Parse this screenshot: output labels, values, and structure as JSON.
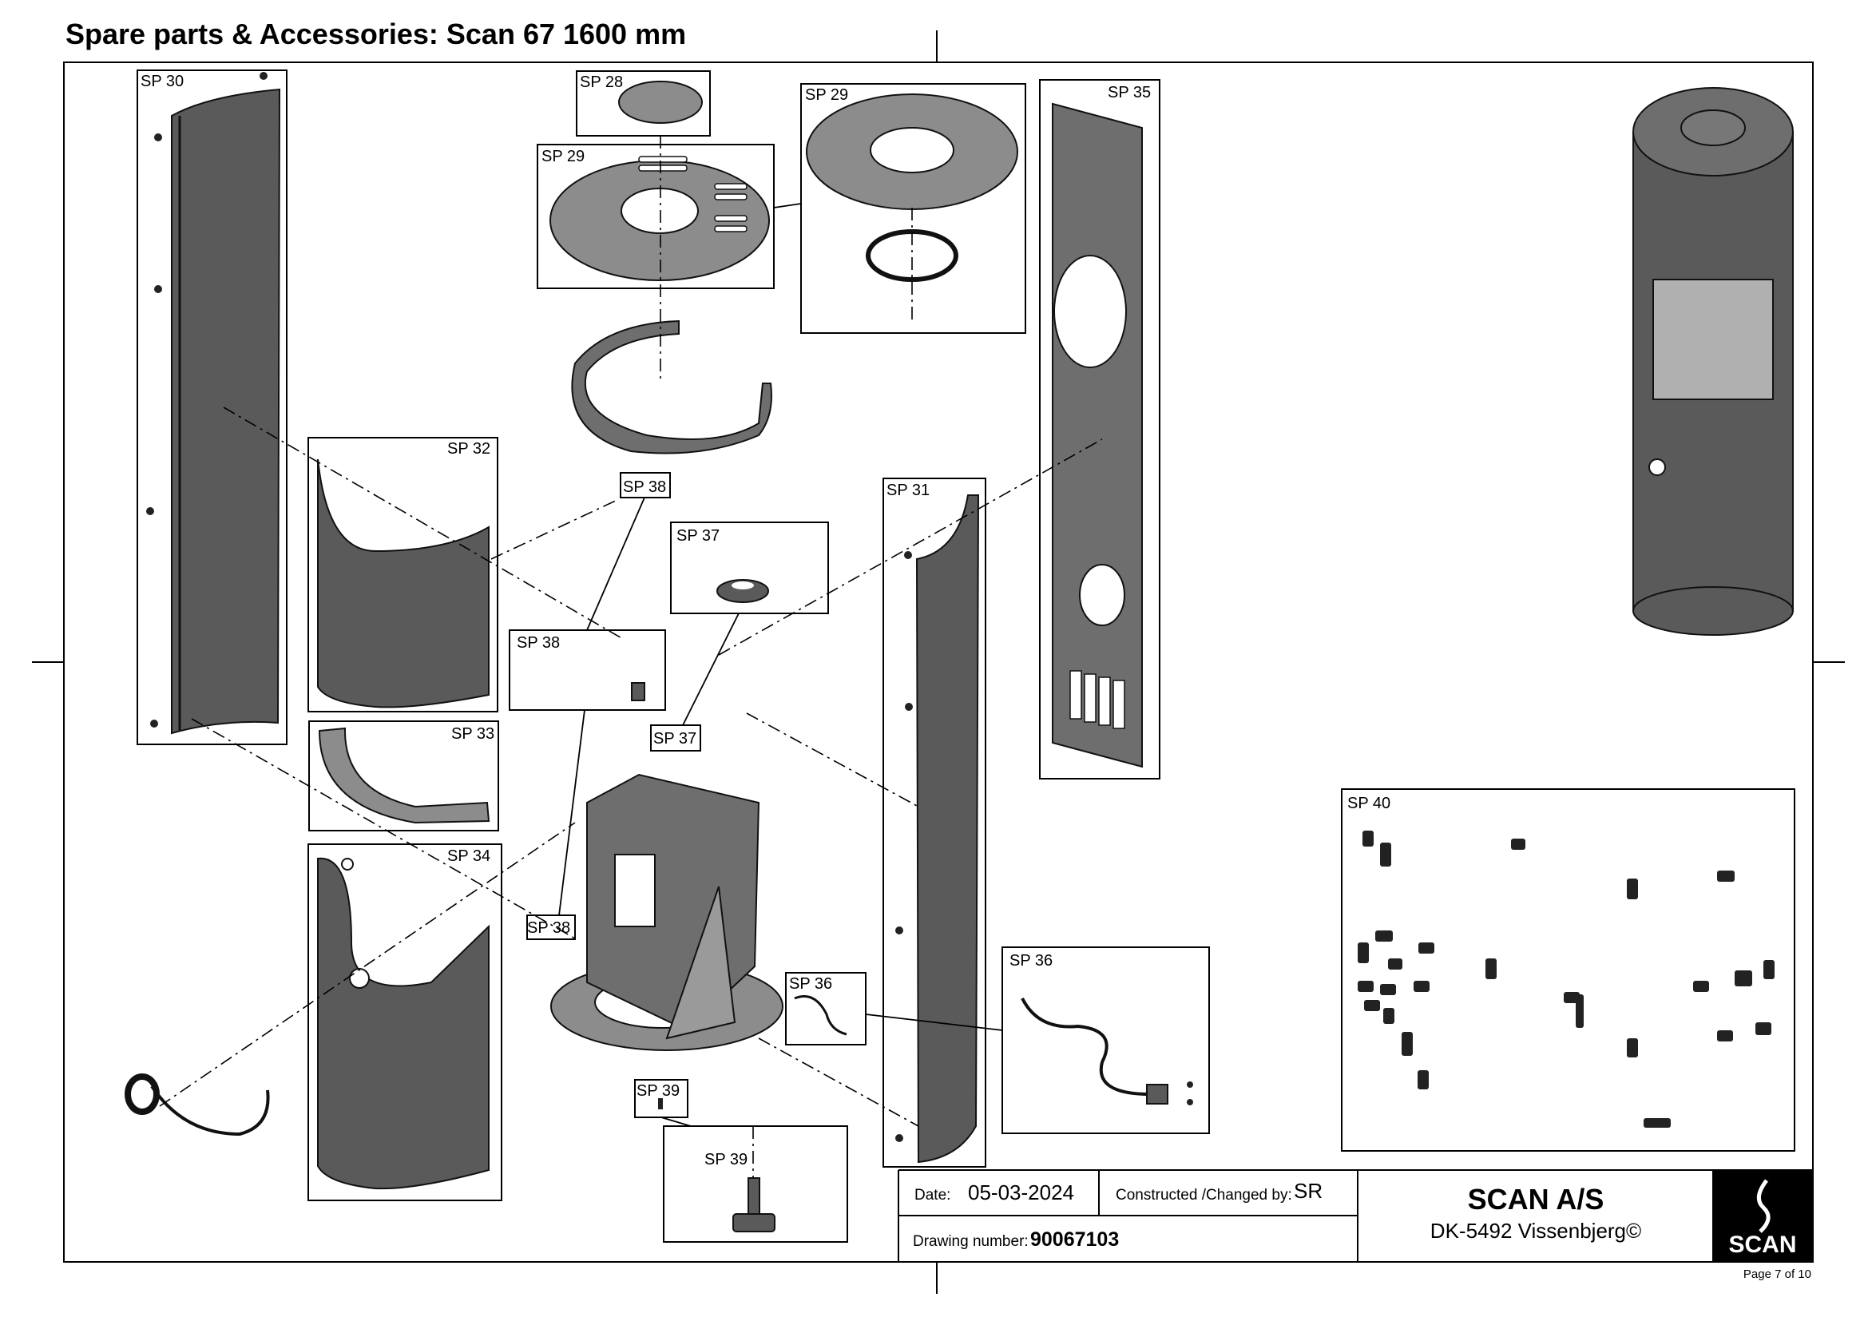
{
  "title": "Spare parts & Accessories: Scan 67 1600 mm",
  "parts": [
    {
      "id": "sp30",
      "label": "SP 30"
    },
    {
      "id": "sp28",
      "label": "SP 28"
    },
    {
      "id": "sp29a",
      "label": "SP 29"
    },
    {
      "id": "sp29b",
      "label": "SP 29"
    },
    {
      "id": "sp35",
      "label": "SP 35"
    },
    {
      "id": "sp32",
      "label": "SP 32"
    },
    {
      "id": "sp38a",
      "label": "SP 38"
    },
    {
      "id": "sp38b",
      "label": "SP 38"
    },
    {
      "id": "sp38c",
      "label": "SP 38"
    },
    {
      "id": "sp37a",
      "label": "SP 37"
    },
    {
      "id": "sp37b",
      "label": "SP 37"
    },
    {
      "id": "sp31",
      "label": "SP 31"
    },
    {
      "id": "sp33",
      "label": "SP 33"
    },
    {
      "id": "sp34",
      "label": "SP 34"
    },
    {
      "id": "sp36a",
      "label": "SP 36"
    },
    {
      "id": "sp36b",
      "label": "SP 36"
    },
    {
      "id": "sp39a",
      "label": "SP 39"
    },
    {
      "id": "sp39b",
      "label": "SP 39"
    },
    {
      "id": "sp40",
      "label": "SP 40"
    }
  ],
  "title_block": {
    "date_label": "Date:",
    "date_value": "05-03-2024",
    "changed_label": "Constructed /Changed by:",
    "changed_value": "SR",
    "drawing_label": "Drawing number:",
    "drawing_value": "90067103",
    "company": "SCAN  A/S",
    "address": "DK-5492 Vissenbjerg©",
    "logo_text": "SCAN"
  },
  "page_number": "Page 7 of 10",
  "colors": {
    "panel": "#5a5a5a",
    "plate": "#8c8c8c",
    "logo_bg": "#000000"
  }
}
